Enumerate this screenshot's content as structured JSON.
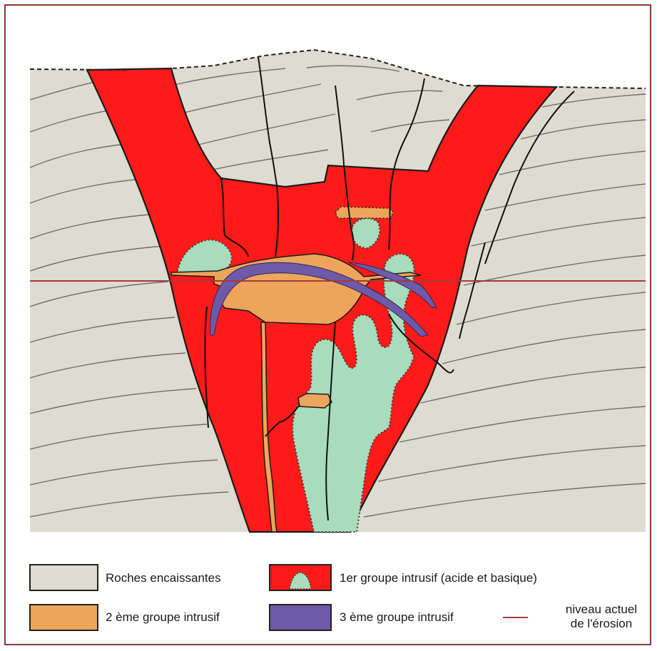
{
  "colors": {
    "country_rock": "#dedcd0",
    "intrusive_group_1_acid": "#ff1a1a",
    "intrusive_group_1_basic": "#a8dcbc",
    "intrusive_group_2": "#eda55c",
    "intrusive_group_3": "#6f5aa8",
    "erosion_level_line": "#a33a3a",
    "frame": "#8b3a3a"
  },
  "legend": {
    "country_rock": "Roches encaissantes",
    "group_1": "1er groupe intrusif (acide et basique)",
    "group_2": "2 ème groupe intrusif",
    "group_3": "3 ème groupe intrusif",
    "erosion_line_1": "niveau actuel",
    "erosion_line_2": "de l'érosion"
  }
}
